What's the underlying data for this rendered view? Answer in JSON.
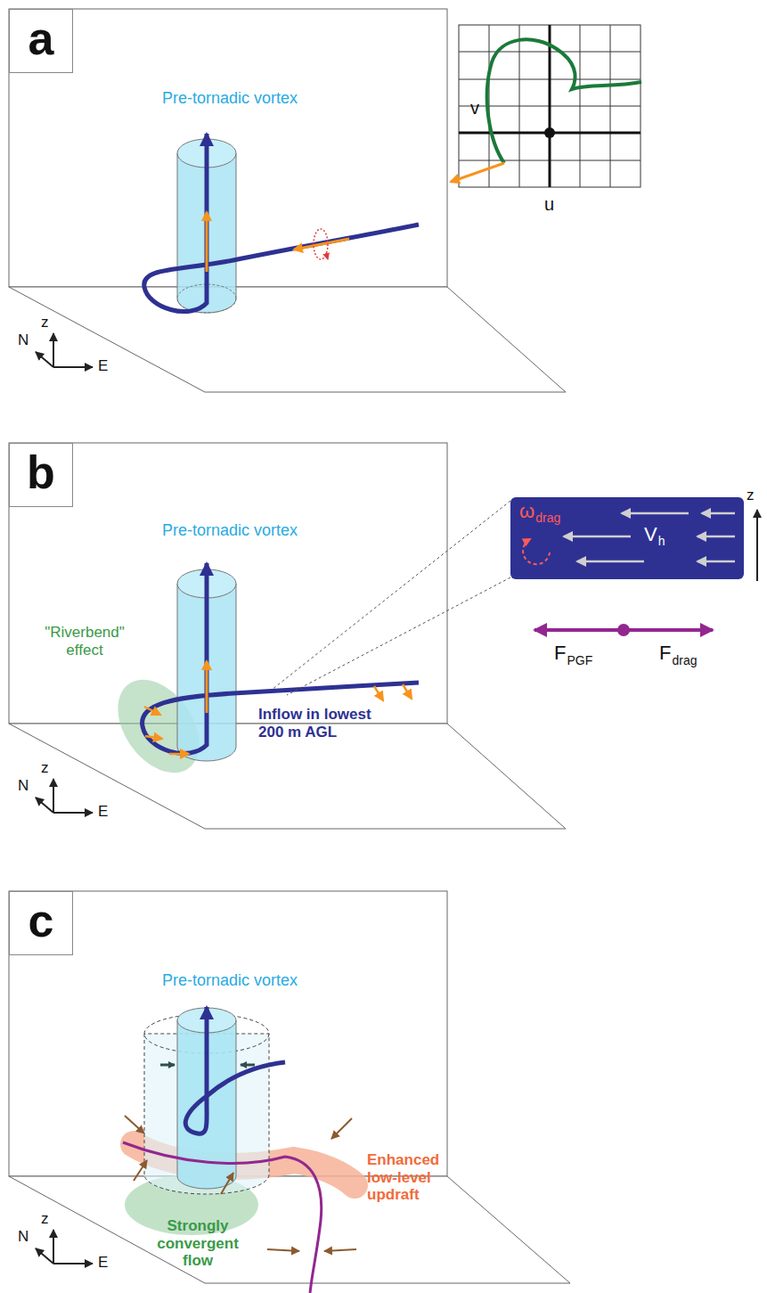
{
  "diagram": {
    "nodes": [
      {
        "text": [
          "a"
        ]
      },
      {
        "text": [
          "b"
        ]
      },
      {
        "text": [
          "ω",
          "drag",
          "V",
          "h"
        ]
      },
      {
        "text": [
          "c"
        ]
      }
    ],
    "labels": [
      "Pre-tornadic vortex",
      "v",
      "u",
      "z",
      "N",
      "E",
      "Pre-tornadic vortex",
      "\"Riverbend\" effect",
      "Inflow in lowest 200 m AGL",
      "z",
      "F",
      "PGF",
      "F",
      "drag",
      "z",
      "N",
      "E",
      "Pre-tornadic vortex",
      "Enhanced low-level updraft",
      "Strongly convergent flow",
      "z",
      "N",
      "E"
    ]
  }
}
